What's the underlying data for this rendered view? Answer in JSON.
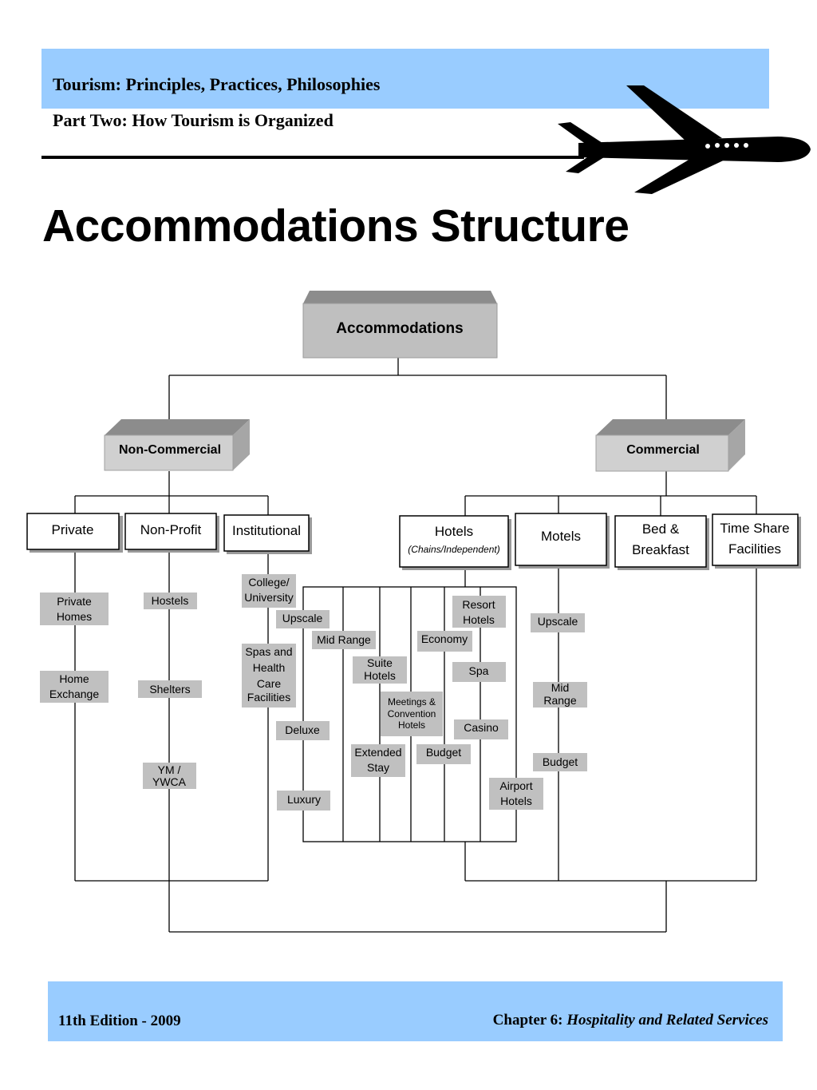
{
  "header": {
    "title": "Tourism: Principles, Practices, Philosophies",
    "subtitle": "Part Two: How Tourism is Organized"
  },
  "page_title": "Accommodations Structure",
  "icons": {
    "plane": "airplane-icon"
  },
  "colors": {
    "band": "#99ccff",
    "gray_box": "#c0c0c0",
    "top_box": "#bfbfbf"
  },
  "diagram": {
    "root": "Accommodations",
    "branches": {
      "non_commercial": "Non-Commercial",
      "commercial": "Commercial"
    },
    "categories": {
      "private": "Private",
      "non_profit": "Non-Profit",
      "institutional": "Institutional",
      "hotels": "Hotels",
      "hotels_note": "(Chains/Independent)",
      "motels": "Motels",
      "bnb_line1": "Bed &",
      "bnb_line2": "Breakfast",
      "timeshare_line1": "Time Share",
      "timeshare_line2": "Facilities"
    },
    "leaves": {
      "private_homes_1": "Private",
      "private_homes_2": "Homes",
      "home_exchange_1": "Home",
      "home_exchange_2": "Exchange",
      "hostels": "Hostels",
      "shelters": "Shelters",
      "ymca_1": "YM /",
      "ymca_2": "YWCA",
      "college_1": "College/",
      "college_2": "University",
      "spas_1": "Spas and",
      "spas_2": "Health",
      "spas_3": "Care",
      "spas_4": "Facilities",
      "hotel_upscale": "Upscale",
      "hotel_midrange": "Mid Range",
      "hotel_deluxe": "Deluxe",
      "hotel_luxury": "Luxury",
      "suite_1": "Suite",
      "suite_2": "Hotels",
      "meetings_1": "Meetings &",
      "meetings_2": "Convention",
      "meetings_3": "Hotels",
      "extended_1": "Extended",
      "extended_2": "Stay",
      "economy": "Economy",
      "budget": "Budget",
      "resort_1": "Resort",
      "resort_2": "Hotels",
      "spa": "Spa",
      "casino": "Casino",
      "airport_1": "Airport",
      "airport_2": "Hotels",
      "motel_upscale": "Upscale",
      "motel_mid_1": "Mid",
      "motel_mid_2": "Range",
      "motel_budget": "Budget"
    }
  },
  "footer": {
    "left": "11th Edition - 2009",
    "right_prefix": "Chapter 6: ",
    "right_italic": "Hospitality and Related Services"
  }
}
